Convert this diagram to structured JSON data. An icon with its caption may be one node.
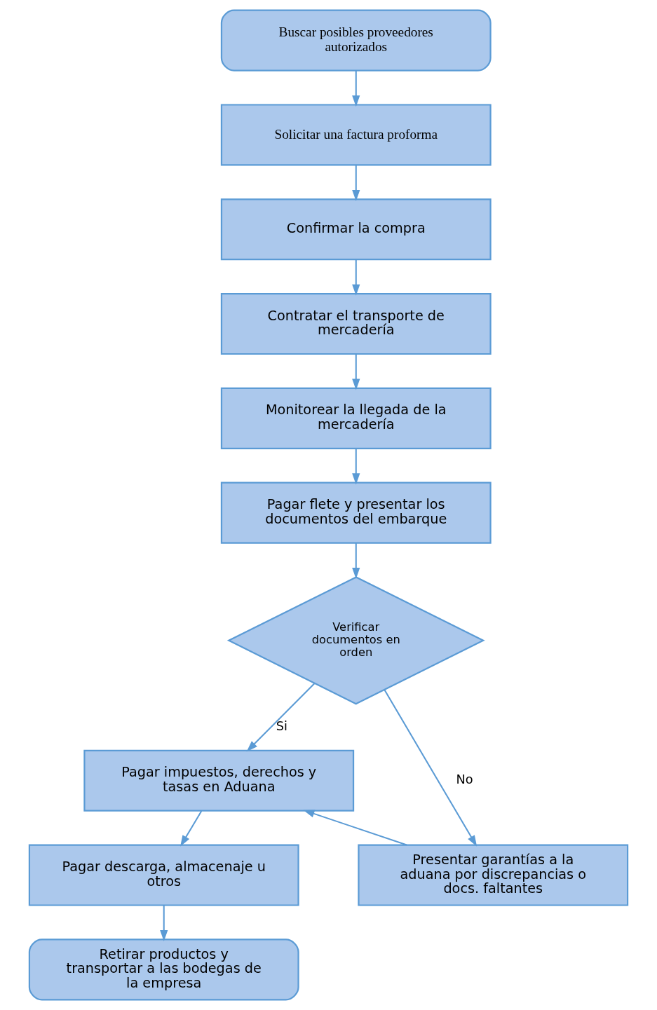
{
  "diagram": {
    "nodes": [
      {
        "text": [
          "Buscar posibles proveedores autorizados"
        ]
      },
      {
        "text": [
          "Solicitar una factura proforma"
        ]
      },
      {
        "text": [
          "Confirmar la compra"
        ]
      },
      {
        "text": [
          "Contratar el transporte de mercadería"
        ]
      },
      {
        "text": [
          "Monitorear la llegada de la mercadería"
        ]
      },
      {
        "text": [
          "Pagar flete y presentar los documentos del embarque"
        ]
      },
      {
        "text": [
          "Verificar documentos en orden"
        ]
      },
      {
        "text": [
          "Pagar impuestos, derechos y tasas en Aduana"
        ]
      },
      {
        "text": [
          "Pagar descarga, almacenaje u otros"
        ]
      },
      {
        "text": [
          "Presentar garantías a la aduana por discrepancias o docs. faltantes"
        ]
      },
      {
        "text": [
          "Retirar productos y transportar a las bodegas de la empresa"
        ]
      }
    ],
    "edges": [
      {
        "from": 0,
        "to": 1,
        "arrow": "to"
      },
      {
        "from": 1,
        "to": 2,
        "arrow": "to"
      },
      {
        "from": 2,
        "to": 3,
        "arrow": "to"
      },
      {
        "from": 3,
        "to": 4,
        "arrow": "to"
      },
      {
        "from": 4,
        "to": 5,
        "arrow": "to"
      },
      {
        "from": 5,
        "to": 6,
        "arrow": "to"
      },
      {
        "from": 6,
        "to": 7,
        "arrow": "to",
        "label": "Si"
      },
      {
        "from": 6,
        "to": 9,
        "arrow": "to",
        "label": "No"
      },
      {
        "from": 9,
        "to": 7,
        "arrow": "to"
      },
      {
        "from": 7,
        "to": 8,
        "arrow": "to"
      },
      {
        "from": 8,
        "to": 10,
        "arrow": "to"
      }
    ]
  }
}
